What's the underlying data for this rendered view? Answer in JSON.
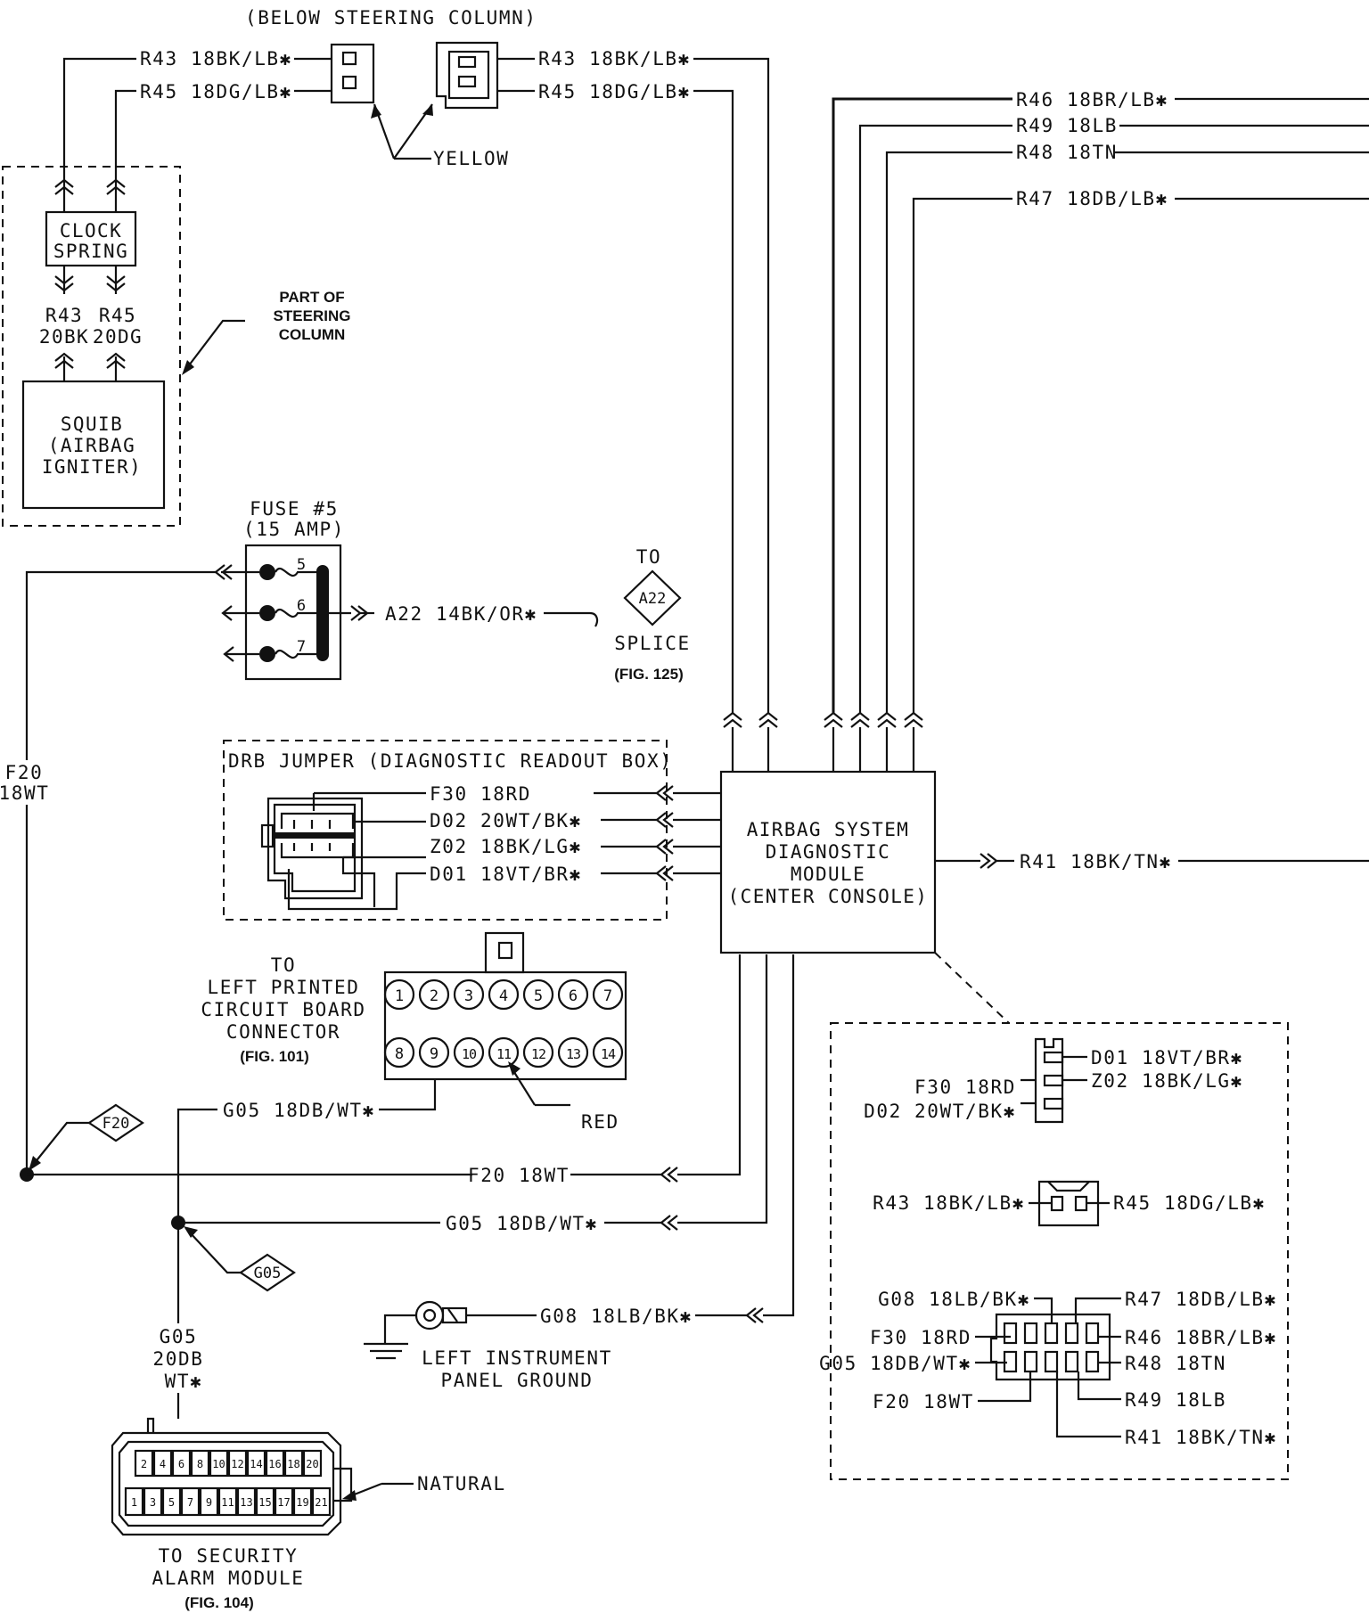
{
  "top": {
    "below_steering_column": "(BELOW STEERING COLUMN)",
    "r43_left": "R43 18BK/LB✱",
    "r45_left": "R45 18DG/LB✱",
    "r43_right": "R43 18BK/LB✱",
    "r45_right": "R45 18DG/LB✱",
    "yellow": "YELLOW"
  },
  "right_wires": {
    "r46": "R46 18BR/LB✱",
    "r49": "R49 18LB",
    "r48": "R48 18TN",
    "r47": "R47 18DB/LB✱"
  },
  "steering": {
    "clock_spring_1": "CLOCK",
    "clock_spring_2": "SPRING",
    "r43": "R43",
    "r43_wire": "20BK",
    "r45": "R45",
    "r45_wire": "20DG",
    "part_of_1": "PART OF",
    "part_of_2": "STEERING",
    "part_of_3": "COLUMN",
    "squib_1": "SQUIB",
    "squib_2": "(AIRBAG",
    "squib_3": "IGNITER)"
  },
  "fuse": {
    "title_1": "FUSE #5",
    "title_2": "(15 AMP)",
    "pins": [
      "5",
      "6",
      "7"
    ],
    "a22_wire": "A22 14BK/OR✱",
    "to": "TO",
    "a22": "A22",
    "splice": "SPLICE",
    "fig": "(FIG. 125)"
  },
  "f20_vertical": {
    "line1": "F20",
    "line2": "18WT"
  },
  "drb": {
    "title": "DRB JUMPER (DIAGNOSTIC READOUT BOX)",
    "f30": "F30 18RD",
    "d02": "D02 20WT/BK✱",
    "z02": "Z02 18BK/LG✱",
    "d01": "D01 18VT/BR✱"
  },
  "module": {
    "line1": "AIRBAG SYSTEM",
    "line2": "DIAGNOSTIC",
    "line3": "MODULE",
    "line4": "(CENTER CONSOLE)",
    "r41": "R41 18BK/TN✱"
  },
  "pcb": {
    "to": "TO",
    "line1": "LEFT PRINTED",
    "line2": "CIRCUIT BOARD",
    "line3": "CONNECTOR",
    "fig": "(FIG. 101)",
    "top_pins": [
      "1",
      "2",
      "3",
      "4",
      "5",
      "6",
      "7"
    ],
    "bottom_pins": [
      "8",
      "9",
      "10",
      "11",
      "12",
      "13",
      "14"
    ],
    "red": "RED",
    "g05": "G05 18DB/WT✱"
  },
  "splices": {
    "f20": "F20",
    "g05": "G05"
  },
  "lower_wires": {
    "f20": "F20 18WT",
    "g05": "G05 18DB/WT✱",
    "g08": "G08 18LB/BK✱"
  },
  "ground": {
    "line1": "LEFT INSTRUMENT",
    "line2": "PANEL GROUND"
  },
  "g05_vertical": {
    "line1": "G05",
    "line2": "20DB",
    "line3": "WT✱"
  },
  "security": {
    "top_pins": [
      "2",
      "4",
      "6",
      "8",
      "10",
      "12",
      "14",
      "16",
      "18",
      "20"
    ],
    "bottom_pins": [
      "1",
      "3",
      "5",
      "7",
      "9",
      "11",
      "13",
      "15",
      "17",
      "19",
      "21"
    ],
    "natural": "NATURAL",
    "to_1": "TO SECURITY",
    "to_2": "ALARM MODULE",
    "fig": "(FIG. 104)"
  },
  "views": {
    "d01": "D01 18VT/BR✱",
    "f30": "F30 18RD",
    "z02": "Z02 18BK/LG✱",
    "d02": "D02 20WT/BK✱",
    "r43": "R43 18BK/LB✱",
    "r45": "R45 18DG/LB✱",
    "g08": "G08 18LB/BK✱",
    "r47": "R47 18DB/LB✱",
    "f30b": "F30 18RD",
    "r46": "R46 18BR/LB✱",
    "g05": "G05 18DB/WT✱",
    "r48": "R48 18TN",
    "f20": "F20 18WT",
    "r49": "R49 18LB",
    "r41": "R41 18BK/TN✱"
  }
}
